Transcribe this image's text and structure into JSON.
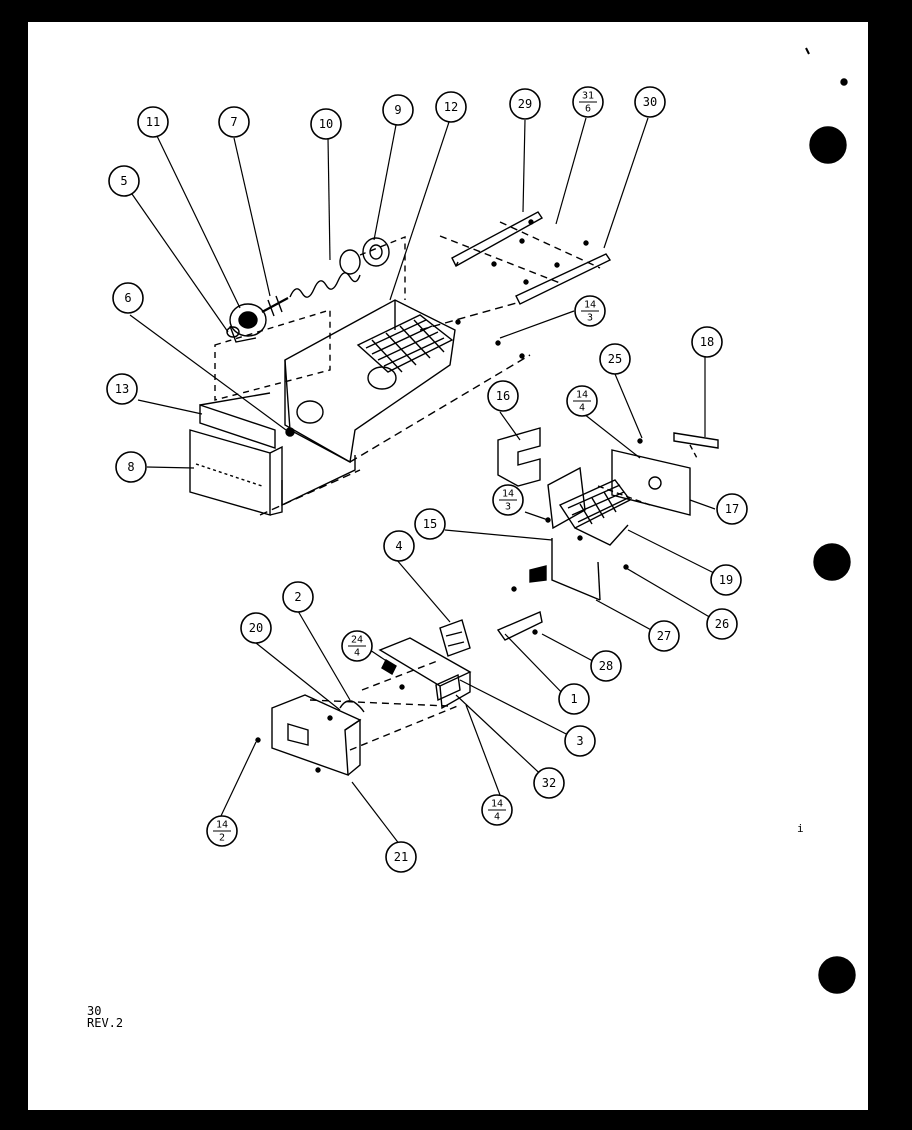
{
  "callouts": [
    {
      "id": "c5",
      "label": "5"
    },
    {
      "id": "c11",
      "label": "11"
    },
    {
      "id": "c7",
      "label": "7"
    },
    {
      "id": "c10",
      "label": "10"
    },
    {
      "id": "c9",
      "label": "9"
    },
    {
      "id": "c12",
      "label": "12"
    },
    {
      "id": "c29",
      "label": "29"
    },
    {
      "id": "c31-6",
      "num": "31",
      "den": "6"
    },
    {
      "id": "c30",
      "label": "30"
    },
    {
      "id": "c6",
      "label": "6"
    },
    {
      "id": "c14-3a",
      "num": "14",
      "den": "3"
    },
    {
      "id": "c13",
      "label": "13"
    },
    {
      "id": "c8",
      "label": "8"
    },
    {
      "id": "c25",
      "label": "25"
    },
    {
      "id": "c18",
      "label": "18"
    },
    {
      "id": "c14-4a",
      "num": "14",
      "den": "4"
    },
    {
      "id": "c16",
      "label": "16"
    },
    {
      "id": "c14-3b",
      "num": "14",
      "den": "3"
    },
    {
      "id": "c17",
      "label": "17"
    },
    {
      "id": "c15",
      "label": "15"
    },
    {
      "id": "c4",
      "label": "4"
    },
    {
      "id": "c19",
      "label": "19"
    },
    {
      "id": "c26",
      "label": "26"
    },
    {
      "id": "c27",
      "label": "27"
    },
    {
      "id": "c2",
      "label": "2"
    },
    {
      "id": "c24-4",
      "num": "24",
      "den": "4"
    },
    {
      "id": "c20",
      "label": "20"
    },
    {
      "id": "c28",
      "label": "28"
    },
    {
      "id": "c1",
      "label": "1"
    },
    {
      "id": "c3",
      "label": "3"
    },
    {
      "id": "c32",
      "label": "32"
    },
    {
      "id": "c14-4b",
      "num": "14",
      "den": "4"
    },
    {
      "id": "c14-2",
      "num": "14",
      "den": "2"
    },
    {
      "id": "c21",
      "label": "21"
    }
  ],
  "footer": {
    "page_number": "30",
    "revision": "REV.2"
  },
  "stray_mark": "i",
  "colors": {
    "background": "#000000",
    "paper": "#ffffff",
    "ink": "#000000"
  }
}
